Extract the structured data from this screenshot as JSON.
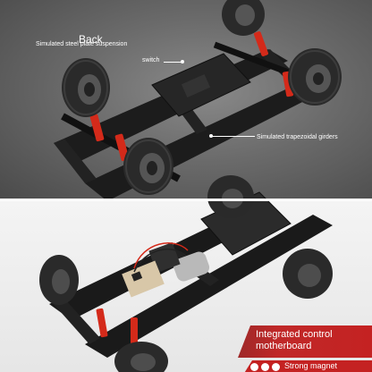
{
  "top_panel": {
    "title": "Back",
    "labels": {
      "suspension": "Simulated steel plate suspension",
      "switch": "switch",
      "girders": "Simulated trapezoidal girders"
    }
  },
  "bottom_panel": {
    "feature_main": {
      "line1": "Integrated control",
      "line2": "motherboard"
    },
    "feature_second": {
      "text": "Strong magnet"
    }
  },
  "colors": {
    "accent_red": "#c42222",
    "chassis": "#1c1c1c",
    "tire": "#2a2a2a",
    "spring_red": "#d42a1a"
  }
}
